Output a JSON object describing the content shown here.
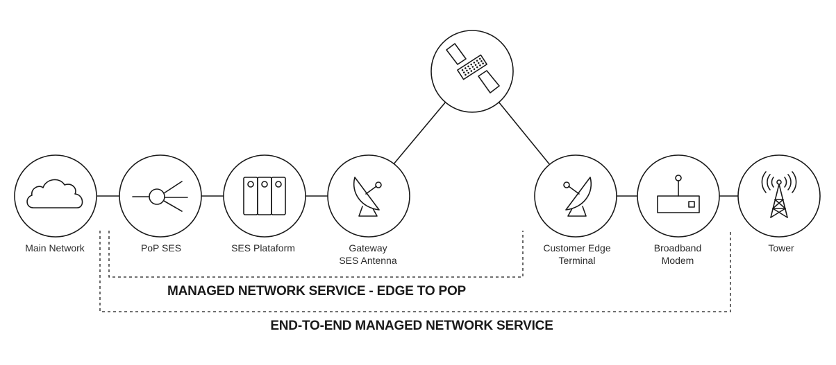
{
  "nodes": {
    "main_network": [
      "Main Network"
    ],
    "pop_ses": [
      "PoP SES"
    ],
    "ses_plataform": [
      "SES Plataform"
    ],
    "gateway": [
      "Gateway",
      "SES Antenna"
    ],
    "customer_edge": [
      "Customer Edge",
      "Terminal"
    ],
    "broadband_modem": [
      "Broadband",
      "Modem"
    ],
    "tower": [
      "Tower"
    ]
  },
  "icons": {
    "main_network": "cloud-icon",
    "pop_ses": "network-hub-icon",
    "ses_plataform": "server-rack-icon",
    "gateway": "satellite-dish-icon",
    "satellite": "satellite-icon",
    "customer_edge": "satellite-dish-icon",
    "broadband_modem": "modem-icon",
    "tower": "radio-tower-icon"
  },
  "brackets": {
    "edge_to_pop": "MANAGED NETWORK SERVICE - EDGE TO POP",
    "end_to_end": "END-TO-END MANAGED NETWORK SERVICE"
  }
}
